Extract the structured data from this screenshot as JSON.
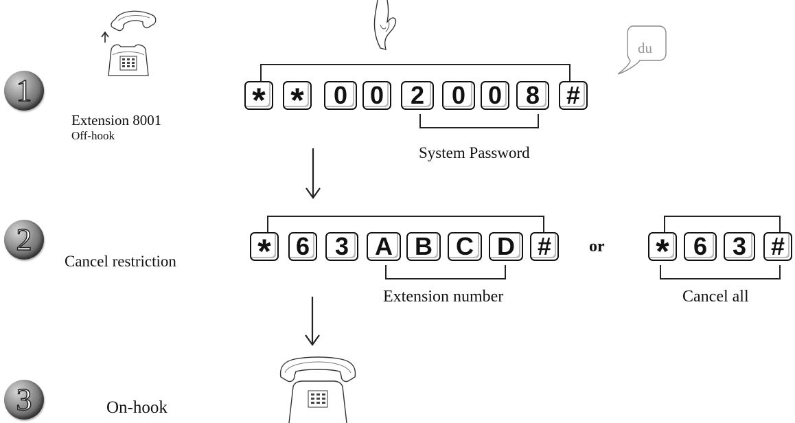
{
  "steps": [
    {
      "number": "1",
      "label_line1": "Extension 8001",
      "label_line2": "Off-hook",
      "keys": [
        "*",
        "*",
        "0",
        "0",
        "2",
        "0",
        "0",
        "8",
        "#"
      ],
      "bracket_label": "System Password",
      "bubble_text": "du"
    },
    {
      "number": "2",
      "label": "Cancel restriction",
      "keys": [
        "*",
        "6",
        "3",
        "A",
        "B",
        "C",
        "D",
        "#"
      ],
      "bracket_label": "Extension number",
      "or_text": "or",
      "alt_keys": [
        "*",
        "6",
        "3",
        "#"
      ],
      "alt_bracket_label": "Cancel all"
    },
    {
      "number": "3",
      "label": "On-hook"
    }
  ]
}
